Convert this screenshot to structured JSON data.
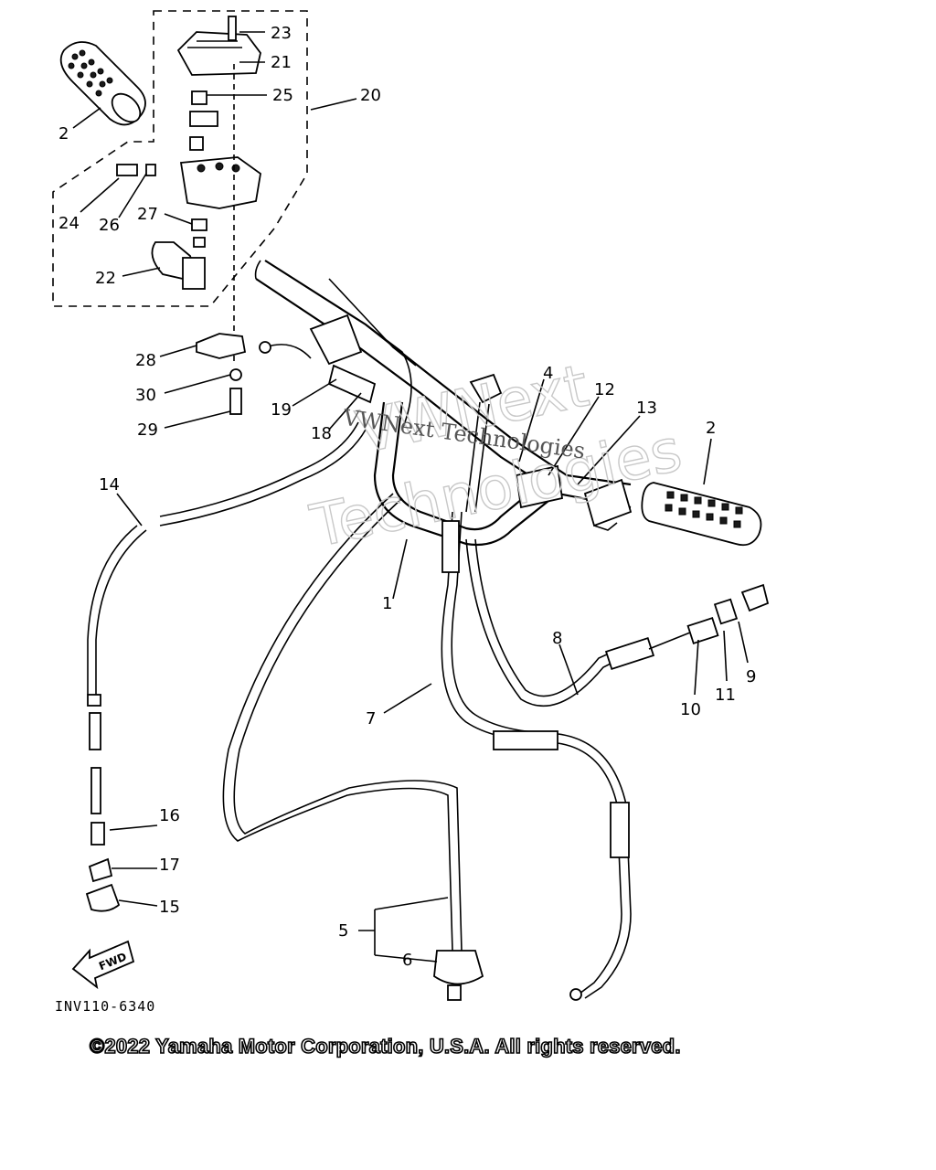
{
  "diagram": {
    "diagram_code": "INV110-6340",
    "copyright": "©2022 Yamaha Motor Corporation, U.S.A. All rights reserved.",
    "watermark_line1": "VWNext",
    "watermark_line2": "Technologies",
    "watermark_small": "VWNext Technologies",
    "fwd_label": "FWD",
    "callouts": {
      "c1": "1",
      "c2a": "2",
      "c2b": "2",
      "c4": "4",
      "c5": "5",
      "c6": "6",
      "c7": "7",
      "c8": "8",
      "c9": "9",
      "c10": "10",
      "c11": "11",
      "c12": "12",
      "c13": "13",
      "c14": "14",
      "c15": "15",
      "c16": "16",
      "c17": "17",
      "c18": "18",
      "c19": "19",
      "c20": "20",
      "c21": "21",
      "c22": "22",
      "c23": "23",
      "c24": "24",
      "c25": "25",
      "c26": "26",
      "c27": "27",
      "c28": "28",
      "c29": "29",
      "c30": "30"
    }
  }
}
